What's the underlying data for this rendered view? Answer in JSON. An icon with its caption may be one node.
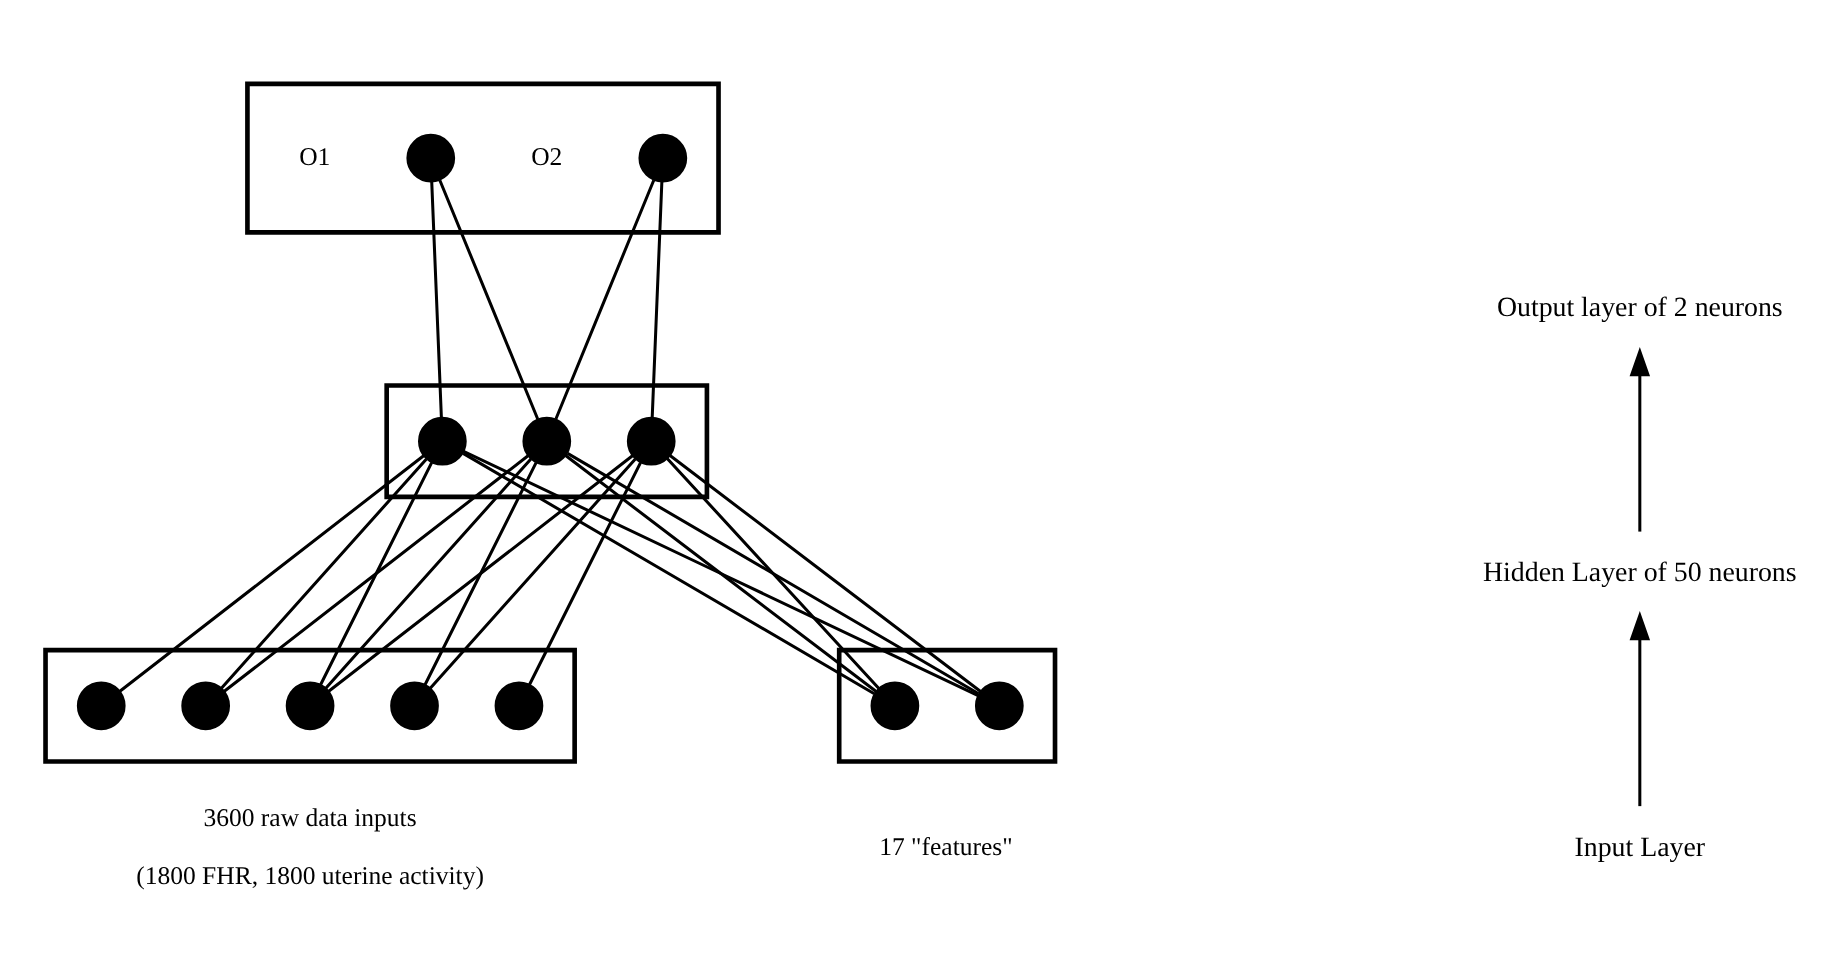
{
  "diagram": {
    "nodes": [
      {
        "text": [],
        "shape": "box"
      },
      {
        "text": [],
        "shape": "circle",
        "in": 0,
        "beside": [
          "O1"
        ]
      },
      {
        "text": [],
        "shape": "circle",
        "in": 0,
        "beside": [
          "O2"
        ]
      },
      {
        "text": [],
        "shape": "box"
      },
      {
        "text": [],
        "shape": "circle",
        "in": 3
      },
      {
        "text": [],
        "shape": "circle",
        "in": 3
      },
      {
        "text": [],
        "shape": "circle",
        "in": 3
      },
      {
        "text": [],
        "shape": "box",
        "beside": [
          "3600 raw data inputs",
          "(1800 FHR, 1800 uterine activity)"
        ]
      },
      {
        "text": [],
        "shape": "circle",
        "in": 7
      },
      {
        "text": [],
        "shape": "circle",
        "in": 7
      },
      {
        "text": [],
        "shape": "circle",
        "in": 7
      },
      {
        "text": [],
        "shape": "circle",
        "in": 7
      },
      {
        "text": [],
        "shape": "circle",
        "in": 7
      },
      {
        "text": [],
        "shape": "box",
        "beside": [
          "17 \"features\""
        ]
      },
      {
        "text": [],
        "shape": "circle",
        "in": 13
      },
      {
        "text": [],
        "shape": "circle",
        "in": 13
      },
      {
        "text": [
          "Output layer of 2 neurons"
        ]
      },
      {
        "text": [
          "Hidden Layer of 50 neurons"
        ]
      },
      {
        "text": [
          "Input Layer"
        ]
      }
    ],
    "edges": [
      {
        "from": 4,
        "to": 1,
        "arrow": "none"
      },
      {
        "from": 5,
        "to": 1,
        "arrow": "none"
      },
      {
        "from": 5,
        "to": 2,
        "arrow": "none"
      },
      {
        "from": 6,
        "to": 2,
        "arrow": "none"
      },
      {
        "from": 8,
        "to": 4,
        "arrow": "none"
      },
      {
        "from": 9,
        "to": 4,
        "arrow": "none"
      },
      {
        "from": 9,
        "to": 5,
        "arrow": "none"
      },
      {
        "from": 10,
        "to": 4,
        "arrow": "none"
      },
      {
        "from": 10,
        "to": 5,
        "arrow": "none"
      },
      {
        "from": 10,
        "to": 6,
        "arrow": "none"
      },
      {
        "from": 11,
        "to": 5,
        "arrow": "none"
      },
      {
        "from": 11,
        "to": 6,
        "arrow": "none"
      },
      {
        "from": 12,
        "to": 6,
        "arrow": "none"
      },
      {
        "from": 14,
        "to": 4,
        "arrow": "none"
      },
      {
        "from": 14,
        "to": 5,
        "arrow": "none"
      },
      {
        "from": 14,
        "to": 6,
        "arrow": "none"
      },
      {
        "from": 15,
        "to": 4,
        "arrow": "none"
      },
      {
        "from": 15,
        "to": 5,
        "arrow": "none"
      },
      {
        "from": 15,
        "to": 6,
        "arrow": "none"
      },
      {
        "from": 18,
        "to": 17,
        "arrow": "to"
      },
      {
        "from": 17,
        "to": 16,
        "arrow": "to"
      }
    ]
  }
}
